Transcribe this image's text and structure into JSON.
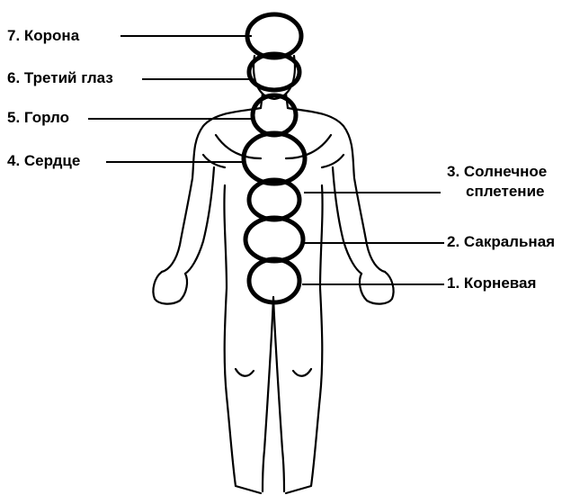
{
  "chakras": {
    "crown": "7. Корона",
    "third_eye": "6. Третий глаз",
    "throat": "5. Горло",
    "heart": "4. Сердце",
    "solar_line1": "3. Солнечное",
    "solar_line2": "сплетение",
    "sacral": "2. Сакральная",
    "root": "1. Корневая"
  },
  "colors": {
    "ink": "#000000",
    "background": "#ffffff"
  }
}
